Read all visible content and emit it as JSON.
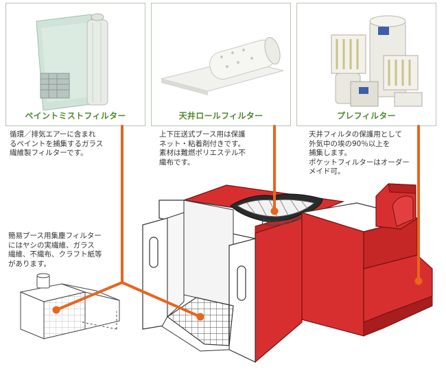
{
  "products": [
    {
      "name": "ペイントミストフィルター",
      "description": "循環／排気エアーに含まれ\nるペイントを捕集するガラス\n繊維製フィルターです。"
    },
    {
      "name": "天井ロールフィルター",
      "description": "上下圧送式ブース用は保護\nネット・粘着剤付きです。\n素材は難燃ポリエステル不\n織布です。"
    },
    {
      "name": "プレフィルター",
      "description": "天井フィルタの保護用として\n外気中の埃の90％以上を\n捕集します。\nポケットフィルターはオーダー\nメイド可。"
    }
  ],
  "dust_collector_note": "簡易ブース用集塵フィルター\nにはヤシの実繊維、ガラス\n繊維、不織布、クラフト紙等\nがあります。",
  "colors": {
    "booth_red": "#d72f2f",
    "booth_red_dark": "#a81d1d",
    "leader_orange": "#e8651e",
    "caption_green": "#4a8b2c",
    "card_border": "#b9c2b6"
  }
}
